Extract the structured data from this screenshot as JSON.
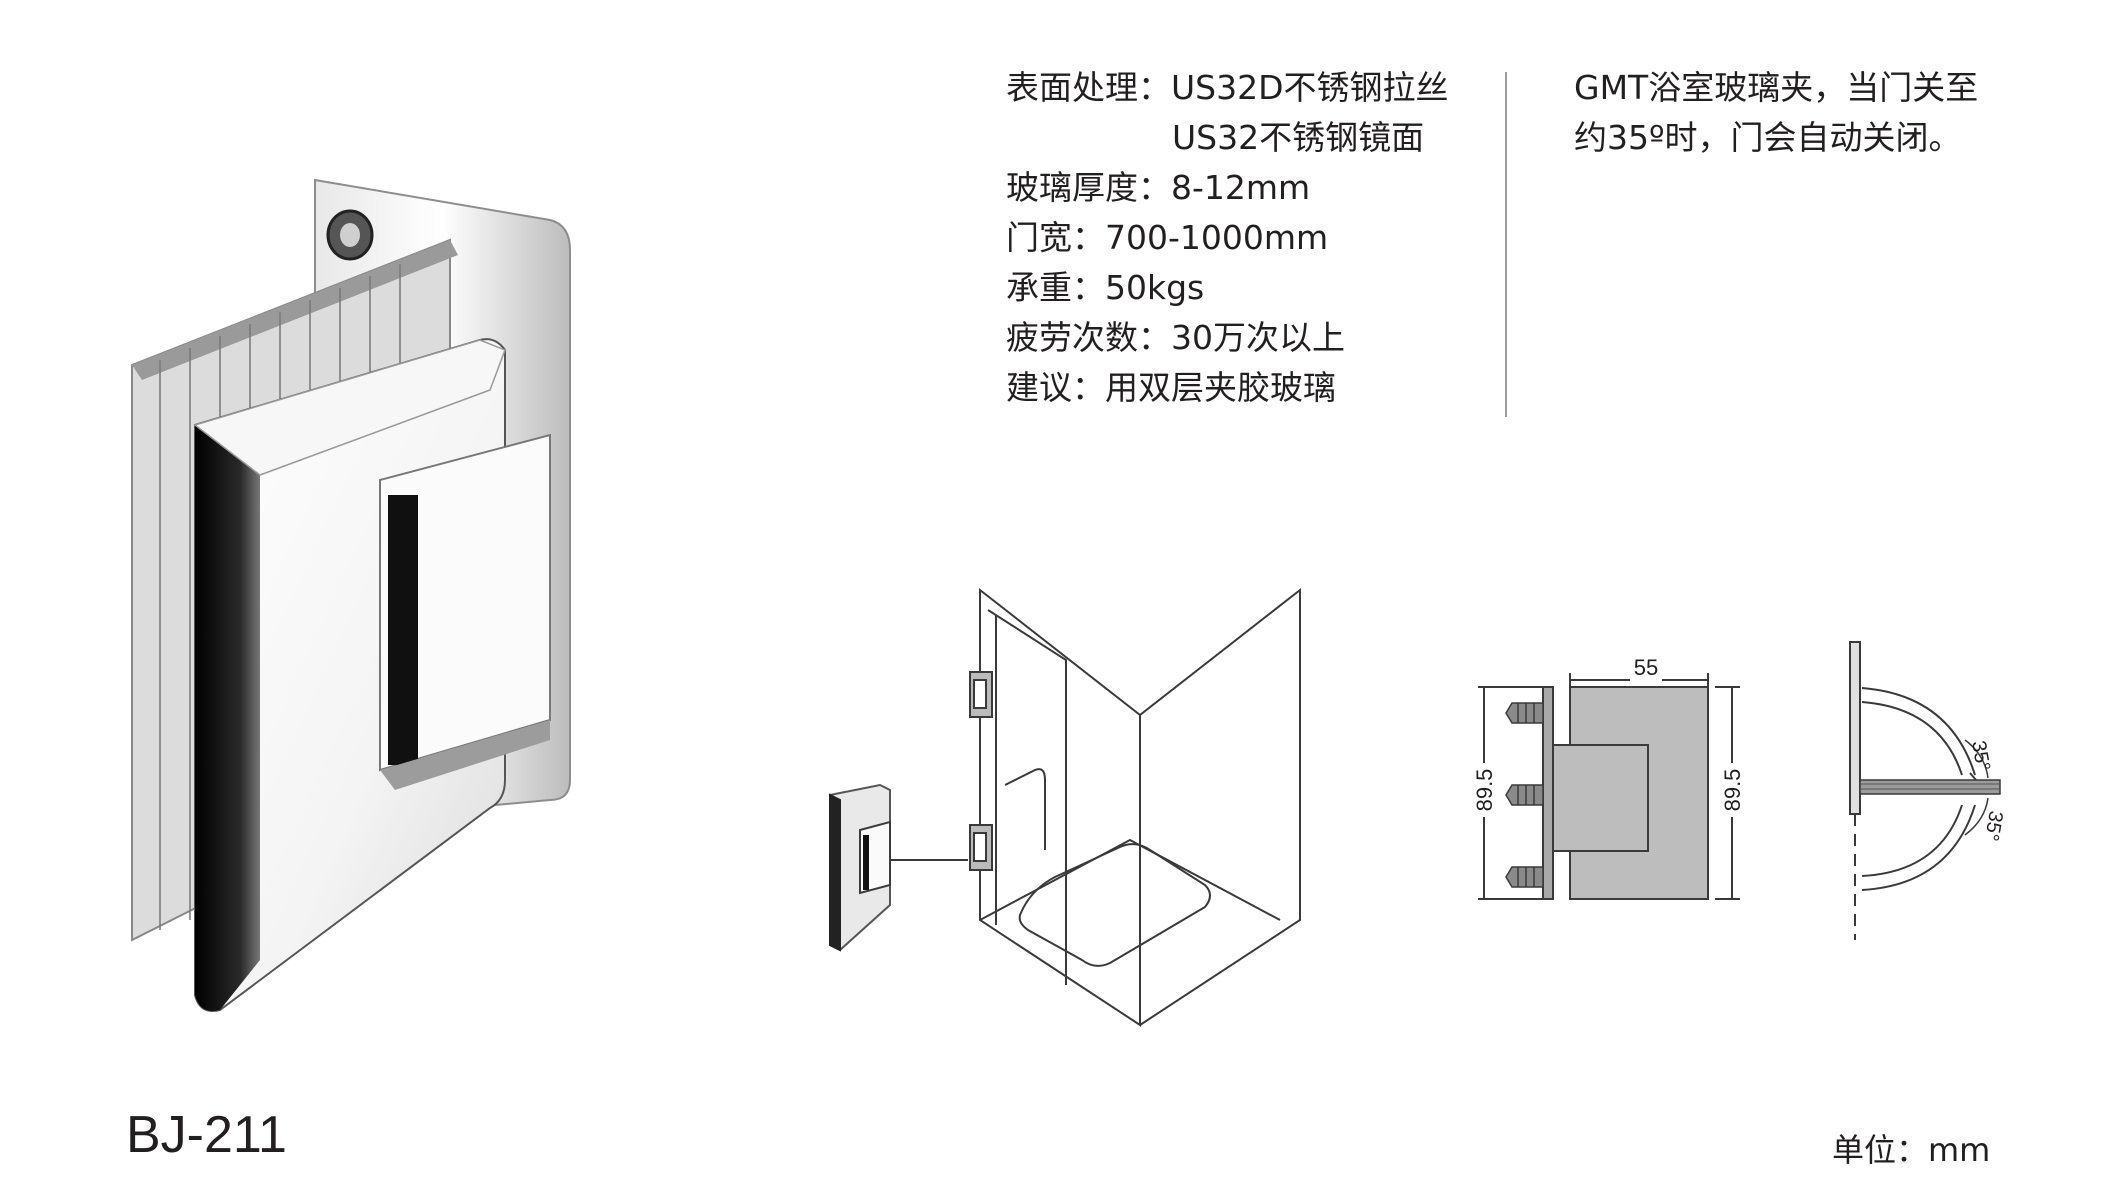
{
  "specs": {
    "surface_label": "表面处理：",
    "surface_value": "US32D不锈钢拉丝",
    "surface_value2": "US32不锈钢镜面",
    "glass_thickness": "玻璃厚度：8-12mm",
    "door_width": "门宽：700-1000mm",
    "load": "承重：50kgs",
    "fatigue": "疲劳次数：30万次以上",
    "advice": "建议：用双层夹胶玻璃"
  },
  "description": {
    "line1": "GMT浴室玻璃夹，当门关至",
    "line2": "约35º时，门会自动关闭。"
  },
  "model": "BJ-211",
  "unit_label": "单位：mm",
  "dimensions": {
    "width": "55",
    "height_left": "89.5",
    "height_right": "89.5",
    "angle_top": "35°",
    "angle_bottom": "35°"
  },
  "colors": {
    "text": "#231f20",
    "chrome_dark": "#1a1a1a",
    "drawing_line": "#3a3a3a",
    "fill_gray": "#bdbdbd"
  }
}
